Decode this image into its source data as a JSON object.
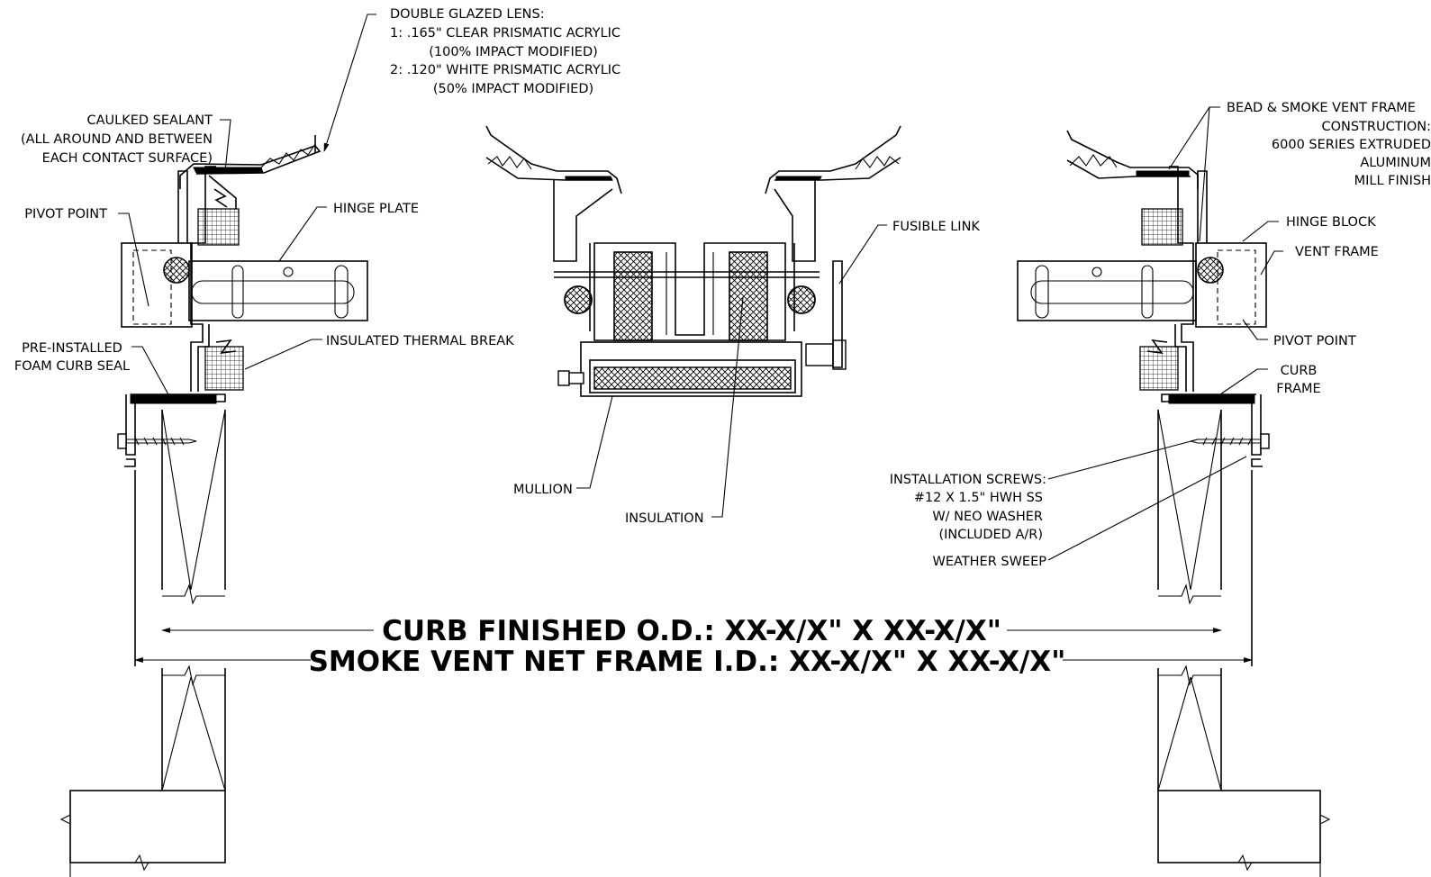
{
  "labels": {
    "lens_title": "DOUBLE GLAZED LENS:",
    "lens_line1": "1:  .165\" CLEAR PRISMATIC ACRYLIC",
    "lens_line2": "(100% IMPACT MODIFIED)",
    "lens_line3": "2:  .120\" WHITE PRISMATIC ACRYLIC",
    "lens_line4": "(50% IMPACT MODIFIED)",
    "sealant_line1": "CAULKED SEALANT",
    "sealant_line2": "(ALL AROUND AND BETWEEN",
    "sealant_line3": "EACH CONTACT SURFACE)",
    "pivot_left": "PIVOT POINT",
    "hinge_plate": "HINGE PLATE",
    "fusible_link": "FUSIBLE LINK",
    "bead_line1": "BEAD & SMOKE VENT FRAME",
    "bead_line2": "CONSTRUCTION:",
    "bead_line3": "6000 SERIES EXTRUDED",
    "bead_line4": "ALUMINUM",
    "bead_line5": "MILL FINISH",
    "hinge_block": "HINGE BLOCK",
    "vent_frame": "VENT FRAME",
    "pivot_right": "PIVOT POINT",
    "curb_frame_line1": "CURB",
    "curb_frame_line2": "FRAME",
    "foam_line1": "PRE-INSTALLED",
    "foam_line2": "FOAM CURB SEAL",
    "thermal_break": "INSULATED THERMAL BREAK",
    "mullion": "MULLION",
    "insulation": "INSULATION",
    "screws_line1": "INSTALLATION SCREWS:",
    "screws_line2": "#12 X 1.5\" HWH SS",
    "screws_line3": "W/ NEO WASHER",
    "screws_line4": "(INCLUDED A/R)",
    "weather_sweep": "WEATHER SWEEP"
  },
  "dimensions": {
    "curb_od": "CURB FINISHED O.D.: XX-X/X\" X XX-X/X\"",
    "vent_id": "SMOKE VENT NET FRAME I.D.: XX-X/X\" X XX-X/X\""
  }
}
